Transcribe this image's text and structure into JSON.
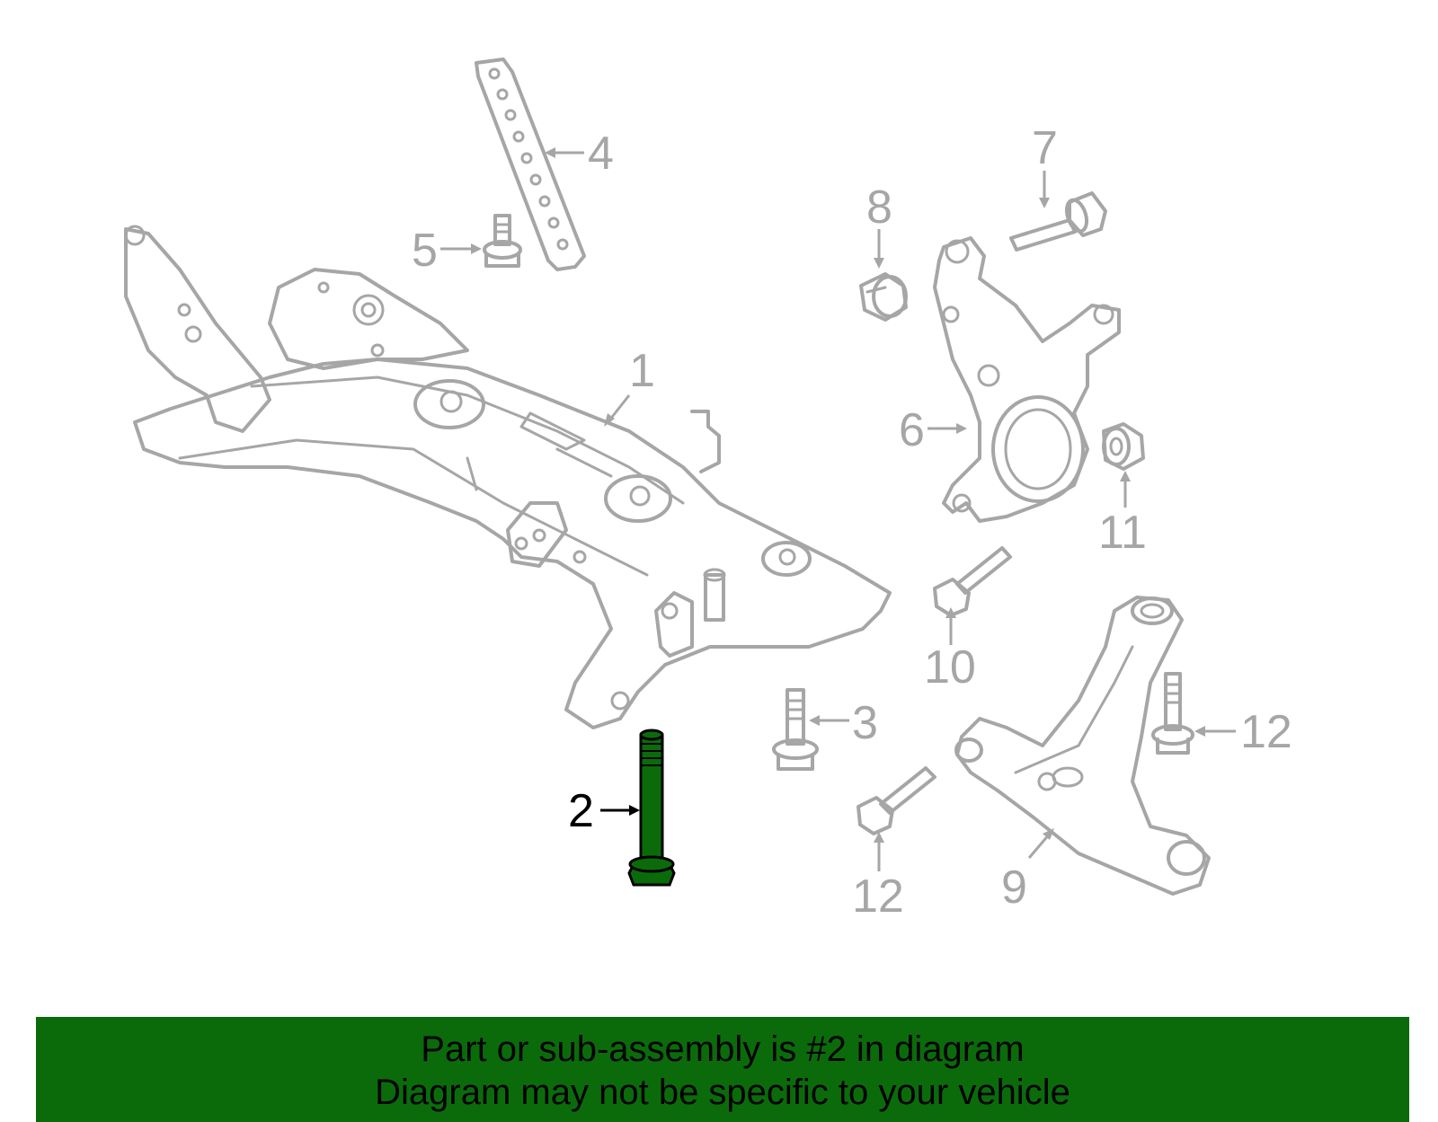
{
  "diagram": {
    "highlight_color": "#0b6b0b",
    "part_color": "#a6a6a6",
    "labels": [
      {
        "id": "1",
        "text": "1"
      },
      {
        "id": "2",
        "text": "2",
        "active": true
      },
      {
        "id": "3",
        "text": "3"
      },
      {
        "id": "4",
        "text": "4"
      },
      {
        "id": "5",
        "text": "5"
      },
      {
        "id": "6",
        "text": "6"
      },
      {
        "id": "7",
        "text": "7"
      },
      {
        "id": "8",
        "text": "8"
      },
      {
        "id": "9",
        "text": "9"
      },
      {
        "id": "10",
        "text": "10"
      },
      {
        "id": "11",
        "text": "11"
      },
      {
        "id": "12a",
        "text": "12"
      },
      {
        "id": "12b",
        "text": "12"
      }
    ]
  },
  "banner": {
    "line1": "Part or sub-assembly is #2 in diagram",
    "line2": "Diagram may not be specific to your vehicle",
    "background": "#0b6b0b"
  }
}
